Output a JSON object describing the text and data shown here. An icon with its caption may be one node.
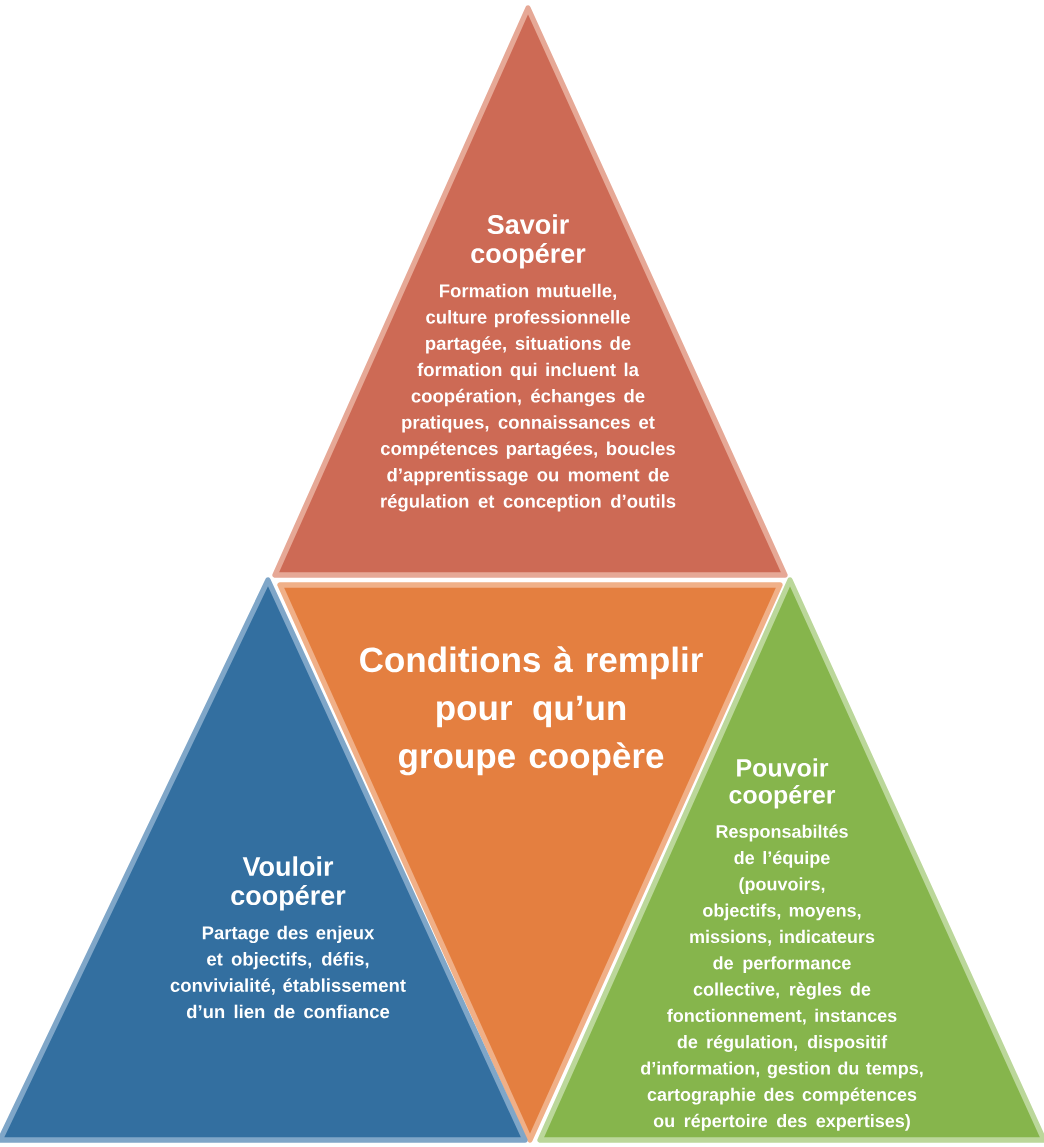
{
  "diagram": {
    "nodes": [
      {
        "text": [
          "Savoir coopérer",
          "Formation mutuelle, culture professionnelle partagée, situations de formation qui incluent la coopération, échanges de pratiques, connaissances et compétences partagées, boucles d’apprentissage ou moment de régulation et conception d’outils"
        ]
      },
      {
        "text": [
          "Conditions à remplir pour qu’un groupe coopère"
        ]
      },
      {
        "text": [
          "Vouloir coopérer",
          "Partage des enjeux et objectifs, défis, convivialité, établissement d’un lien de confiance"
        ]
      },
      {
        "text": [
          "Pouvoir coopérer",
          "Responsabiltés de l’équipe (pouvoirs, objectifs, moyens, missions, indicateurs de performance collective, règles de fonctionnement, instances de régulation, dispositif d’information, gestion du temps, cartographie des compétences ou répertoire des expertises)"
        ]
      }
    ]
  }
}
